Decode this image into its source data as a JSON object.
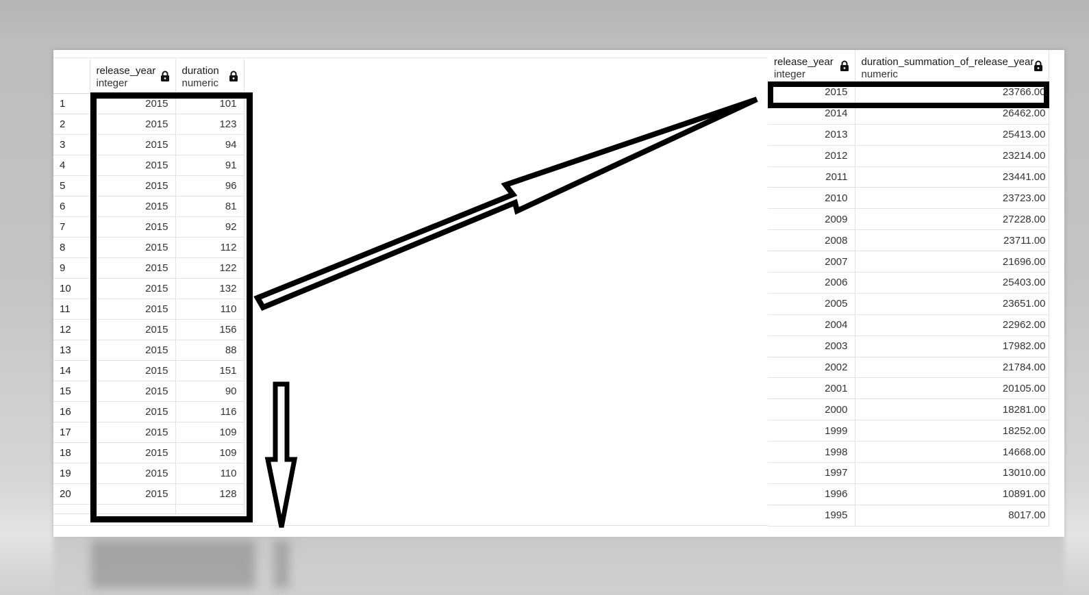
{
  "left_table": {
    "columns": [
      {
        "name": "release_year",
        "type": "integer"
      },
      {
        "name": "duration",
        "type": "numeric"
      }
    ],
    "rows": [
      {
        "num": "1",
        "release_year": "2015",
        "duration": "101"
      },
      {
        "num": "2",
        "release_year": "2015",
        "duration": "123"
      },
      {
        "num": "3",
        "release_year": "2015",
        "duration": "94"
      },
      {
        "num": "4",
        "release_year": "2015",
        "duration": "91"
      },
      {
        "num": "5",
        "release_year": "2015",
        "duration": "96"
      },
      {
        "num": "6",
        "release_year": "2015",
        "duration": "81"
      },
      {
        "num": "7",
        "release_year": "2015",
        "duration": "92"
      },
      {
        "num": "8",
        "release_year": "2015",
        "duration": "112"
      },
      {
        "num": "9",
        "release_year": "2015",
        "duration": "122"
      },
      {
        "num": "10",
        "release_year": "2015",
        "duration": "132"
      },
      {
        "num": "11",
        "release_year": "2015",
        "duration": "110"
      },
      {
        "num": "12",
        "release_year": "2015",
        "duration": "156"
      },
      {
        "num": "13",
        "release_year": "2015",
        "duration": "88"
      },
      {
        "num": "14",
        "release_year": "2015",
        "duration": "151"
      },
      {
        "num": "15",
        "release_year": "2015",
        "duration": "90"
      },
      {
        "num": "16",
        "release_year": "2015",
        "duration": "116"
      },
      {
        "num": "17",
        "release_year": "2015",
        "duration": "109"
      },
      {
        "num": "18",
        "release_year": "2015",
        "duration": "109"
      },
      {
        "num": "19",
        "release_year": "2015",
        "duration": "110"
      },
      {
        "num": "20",
        "release_year": "2015",
        "duration": "128"
      }
    ]
  },
  "right_table": {
    "columns": [
      {
        "name": "release_year",
        "type": "integer"
      },
      {
        "name": "duration_summation_of_release_year",
        "type": "numeric"
      }
    ],
    "rows": [
      {
        "release_year": "2015",
        "sum": "23766.00"
      },
      {
        "release_year": "2014",
        "sum": "26462.00"
      },
      {
        "release_year": "2013",
        "sum": "25413.00"
      },
      {
        "release_year": "2012",
        "sum": "23214.00"
      },
      {
        "release_year": "2011",
        "sum": "23441.00"
      },
      {
        "release_year": "2010",
        "sum": "23723.00"
      },
      {
        "release_year": "2009",
        "sum": "27228.00"
      },
      {
        "release_year": "2008",
        "sum": "23711.00"
      },
      {
        "release_year": "2007",
        "sum": "21696.00"
      },
      {
        "release_year": "2006",
        "sum": "25403.00"
      },
      {
        "release_year": "2005",
        "sum": "23651.00"
      },
      {
        "release_year": "2004",
        "sum": "22962.00"
      },
      {
        "release_year": "2003",
        "sum": "17982.00"
      },
      {
        "release_year": "2002",
        "sum": "21784.00"
      },
      {
        "release_year": "2001",
        "sum": "20105.00"
      },
      {
        "release_year": "2000",
        "sum": "18281.00"
      },
      {
        "release_year": "1999",
        "sum": "18252.00"
      },
      {
        "release_year": "1998",
        "sum": "14668.00"
      },
      {
        "release_year": "1997",
        "sum": "13010.00"
      },
      {
        "release_year": "1996",
        "sum": "10891.00"
      },
      {
        "release_year": "1995",
        "sum": "8017.00"
      }
    ]
  },
  "icons": {
    "column_lock": "lock-icon",
    "annotation": "arrow-icon"
  },
  "colors": {
    "annotation": "#000000",
    "grid_line": "#e2e2e2",
    "background": "#ffffff"
  }
}
